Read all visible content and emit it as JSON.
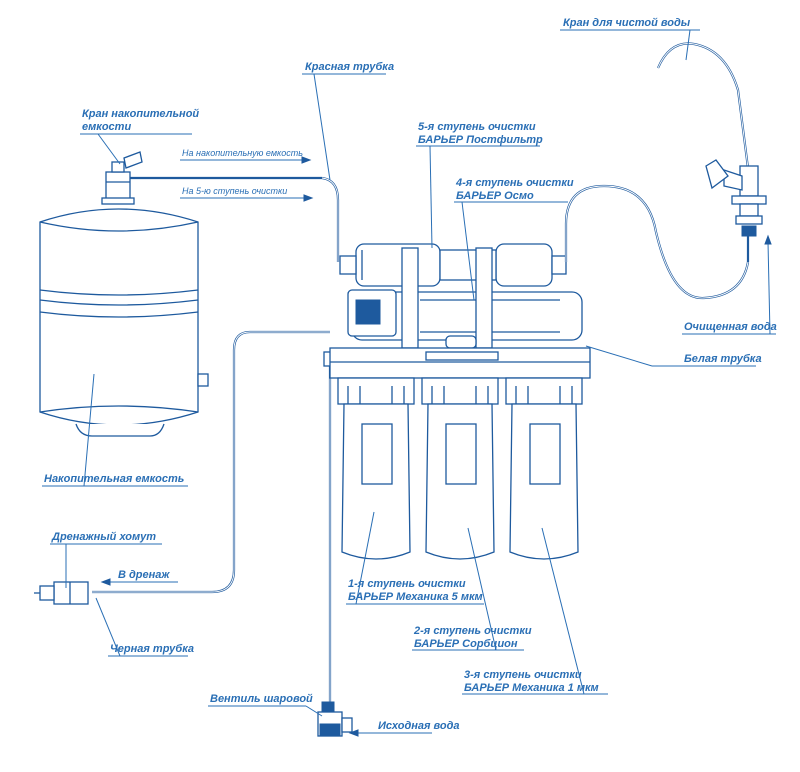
{
  "labels": {
    "clean_faucet": "Кран для чистой воды",
    "red_tube": "Красная трубка",
    "tank_valve_l1": "Кран накопительной",
    "tank_valve_l2": "емкости",
    "to_tank": "На накопительную емкость",
    "to_stage5": "На 5-ю ступень очистки",
    "stage5_l1": "5-я ступень очистки",
    "stage5_l2": "БАРЬЕР Постфильтр",
    "stage4_l1": "4-я ступень очистки",
    "stage4_l2": "БАРЬЕР Осмо",
    "purified_water": "Очищенная вода",
    "white_tube": "Белая трубка",
    "tank": "Накопительная емкость",
    "drain_clamp": "Дренажный хомут",
    "to_drain": "В дренаж",
    "black_tube": "Черная трубка",
    "stage1_l1": "1-я ступень очистки",
    "stage1_l2": "БАРЬЕР Механика 5 мкм",
    "stage2_l1": "2-я ступень очистки",
    "stage2_l2": "БАРЬЕР Сорбцион",
    "stage3_l1": "3-я ступень очистки",
    "stage3_l2": "БАРЬЕР Механика 1 мкм",
    "ball_valve": "Вентиль шаровой",
    "source_water": "Исходная вода"
  },
  "colors": {
    "line": "#2a6fb5",
    "dark": "#1e5a9e",
    "background": "#ffffff"
  }
}
